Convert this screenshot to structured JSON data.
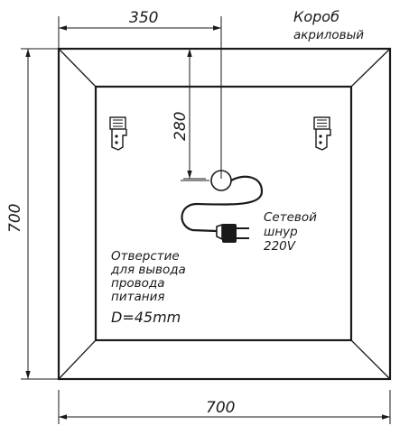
{
  "title": {
    "line1": "Короб",
    "line2": "акриловый"
  },
  "dimensions": {
    "top": "350",
    "vertical_inner": "280",
    "left": "700",
    "bottom": "700"
  },
  "cord_label": [
    "Сетевой",
    "шнур",
    "220V"
  ],
  "hole_label": [
    "Отверстие",
    "для вывода",
    "провода",
    "питания"
  ],
  "hole_diameter": "D=45mm"
}
